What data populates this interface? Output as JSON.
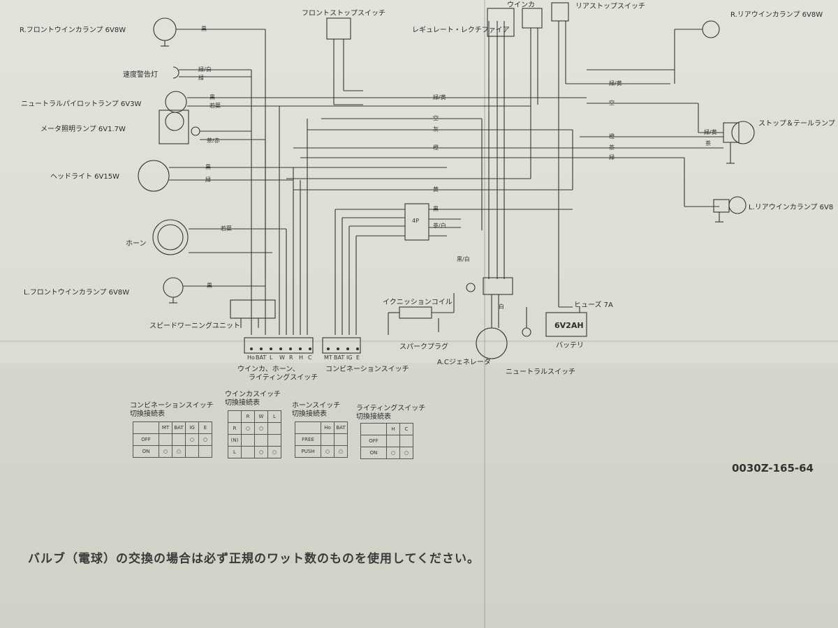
{
  "components": {
    "r_front_winker": "R.フロントウインカランプ 6V8W",
    "speed_warning_lamp": "速度警告灯",
    "neutral_pilot": "ニュートラルパイロットランプ 6V3W",
    "meter_lamp": "メータ照明ランプ 6V1.7W",
    "headlight": "ヘッドライト 6V15W",
    "horn": "ホーン",
    "l_front_winker": "L.フロントウインカランプ 6V8W",
    "speed_warning_unit": "スピードワーニングユニット",
    "front_stop_switch": "フロントストップスイッチ",
    "regulator": "レギュレート・レクチファイア",
    "winker_relay": "ウインカ",
    "rear_stop_switch": "リアストップスイッチ",
    "r_rear_winker": "R.リアウインカランプ 6V8W",
    "stop_tail": "ストップ＆テールランプ",
    "l_rear_winker": "L.リアウインカランプ 6V8",
    "ignition_coil": "イクニッションコイル",
    "spark_plug": "スパークプラグ",
    "ac_generator": "A.Cジェネレータ",
    "neutral_switch": "ニュートラルスイッチ",
    "fuse": "ヒューズ 7A",
    "battery_spec": "6V2AH",
    "battery": "バッテリ",
    "winker_horn_light_switch_1": "ウインカ、ホーン、",
    "winker_horn_light_switch_2": "ライティングスイッチ",
    "combination_switch": "コンビネーションスイッチ",
    "connector_4p": "4P"
  },
  "wire_colors": [
    "黒",
    "緑",
    "緑/白",
    "若葉",
    "茶/赤",
    "緑/黄",
    "空",
    "灰",
    "橙",
    "茶",
    "黄",
    "黒/白",
    "茶/白",
    "白"
  ],
  "connector_pins": {
    "left": [
      "Ho",
      "BAT",
      "L",
      "W",
      "R",
      "H",
      "C"
    ],
    "right": [
      "MT",
      "BAT",
      "IG",
      "E"
    ]
  },
  "tables": [
    {
      "title1": "コンビネーションスイッチ",
      "title2": "切換接続表",
      "cols": [
        "",
        "MT",
        "BAT",
        "IG",
        "E"
      ],
      "rows": [
        "OFF",
        "ON"
      ]
    },
    {
      "title1": "ウインカスイッチ",
      "title2": "切換接続表",
      "cols": [
        "",
        "R",
        "W",
        "L"
      ],
      "rows": [
        "R",
        "(N)",
        "L"
      ]
    },
    {
      "title1": "ホーンスイッチ",
      "title2": "切換接続表",
      "cols": [
        "",
        "Ho",
        "BAT"
      ],
      "rows": [
        "FREE",
        "PUSH"
      ]
    },
    {
      "title1": "ライティングスイッチ",
      "title2": "切換接続表",
      "cols": [
        "",
        "H",
        "C"
      ],
      "rows": [
        "OFF",
        "ON"
      ]
    }
  ],
  "doc_code": "0030Z-165-64",
  "notice": "バルブ（電球）の交換の場合は必ず正規のワット数のものを使用してください。"
}
